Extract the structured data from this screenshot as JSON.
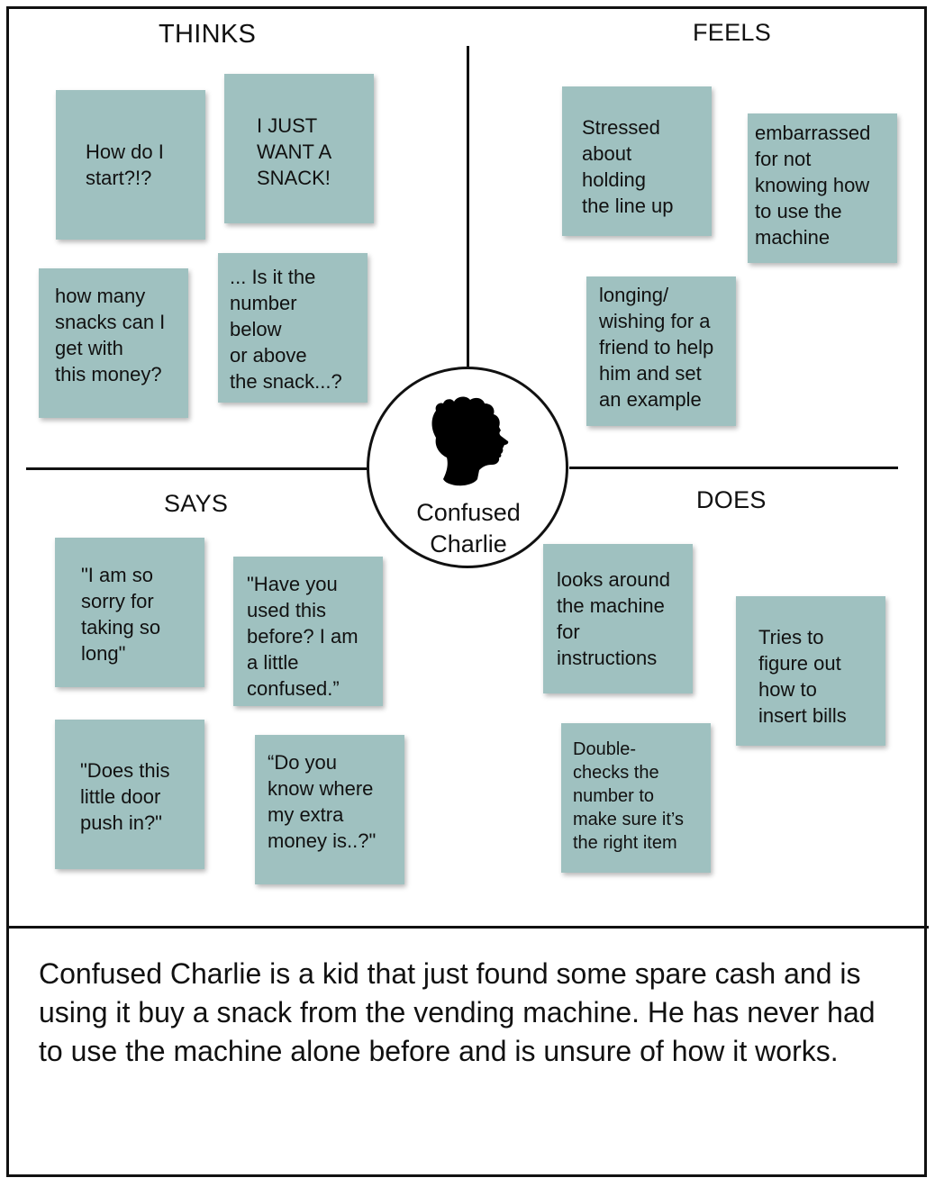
{
  "quadrants": {
    "thinks": "THINKS",
    "feels": "FEELS",
    "says": "SAYS",
    "does": "DOES"
  },
  "persona": {
    "name": "Confused\nCharlie",
    "icon": "child-head-silhouette-icon"
  },
  "thinks_notes": [
    "How do I\nstart?!?",
    "I JUST\nWANT A\nSNACK!",
    "how many\nsnacks can I\nget with\nthis money?",
    "... Is it the\nnumber\nbelow\nor above\nthe snack...?"
  ],
  "feels_notes": [
    "Stressed\nabout\nholding\nthe line up",
    "embarrassed\nfor not\nknowing how\nto use the\nmachine",
    "longing/\nwishing for a\nfriend to help\nhim and set\nan example"
  ],
  "says_notes": [
    "\"I am so\nsorry for\ntaking so\nlong\"",
    "\"Have you\nused this\nbefore? I am\na little\nconfused.”",
    "\"Does this\nlittle door\npush in?\"",
    "“Do you\nknow where\nmy extra\nmoney is..?\""
  ],
  "does_notes": [
    "looks around\nthe machine\nfor\ninstructions",
    "Tries to\nfigure out\nhow to\ninsert bills",
    "Double-\nchecks the\nnumber to\nmake sure it’s\nthe right item"
  ],
  "description": "Confused Charlie is a kid that just found some spare cash and is using it buy a snack from the vending machine. He has never had to use the machine alone before and is unsure of how it works.",
  "colors": {
    "sticky_note": "#9fc1c0",
    "lines": "#111111"
  }
}
